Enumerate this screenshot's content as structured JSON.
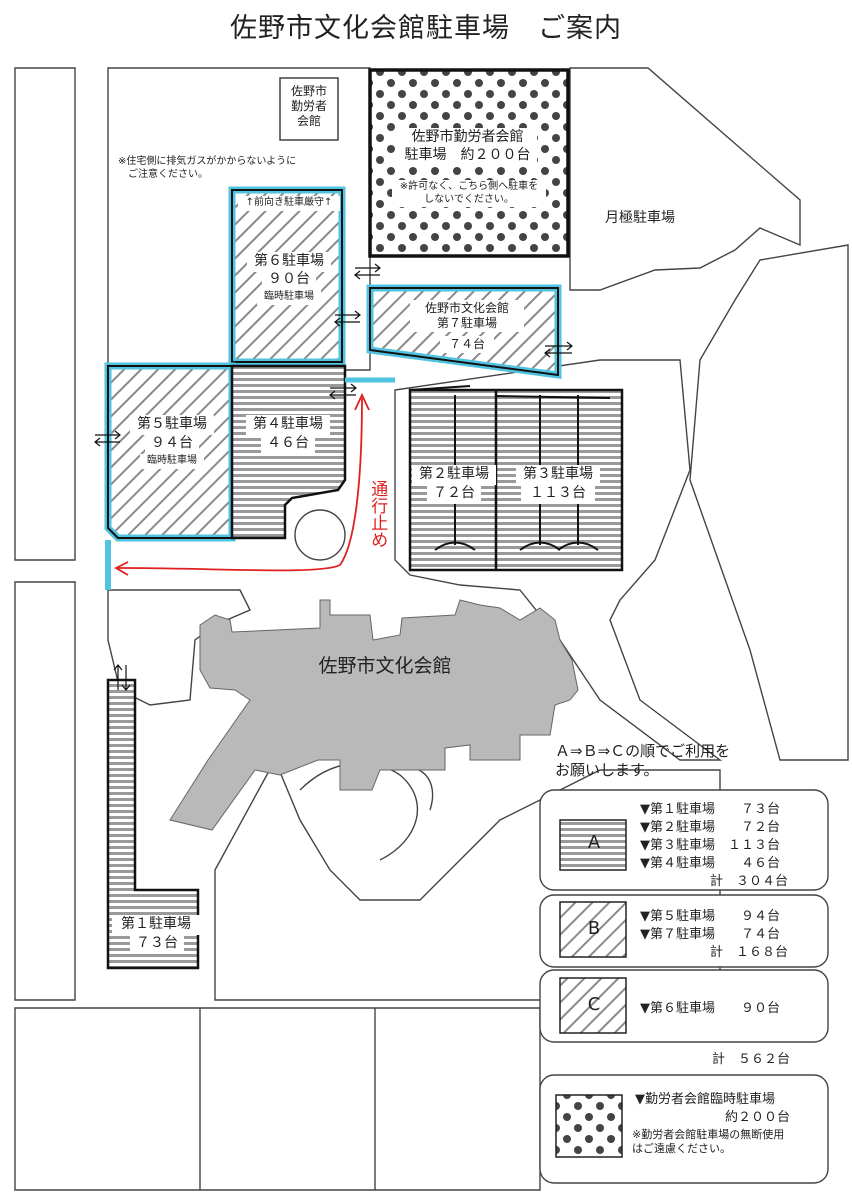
{
  "title": "佐野市文化会館駐車場　ご案内",
  "kinrou": {
    "name": "佐野市\n勤労者\n会館",
    "notice": "※住宅側に排気ガスがかからないように\n　ご注意ください。"
  },
  "lot_kinrou": {
    "name": "佐野市勤労者会館\n駐車場　約２００台",
    "note": "※許可なく、こちら側へ駐車を\nしないでください。"
  },
  "tsukigiwa": "月極駐車場",
  "lot6": {
    "sign": "↑前向き駐車厳守↑",
    "name": "第６駐車場",
    "count": "９０台",
    "sub": "臨時駐車場"
  },
  "lot7": {
    "name": "佐野市文化会館\n第７駐車場",
    "count": "７４台"
  },
  "lot5": {
    "name": "第５駐車場",
    "count": "９４台",
    "sub": "臨時駐車場"
  },
  "lot4": {
    "name": "第４駐車場",
    "count": "４６台"
  },
  "lot2": {
    "name": "第２駐車場",
    "count": "７２台"
  },
  "lot3": {
    "name": "第３駐車場",
    "count": "１１３台"
  },
  "lot1": {
    "name": "第１駐車場",
    "count": "７３台"
  },
  "hall": "佐野市文化会館",
  "no_entry": "通行止め",
  "order_note": "Ａ⇒Ｂ⇒Ｃの順でご利用を\nお願いします。",
  "legend": {
    "A": {
      "key": "A",
      "rows": [
        "▼第１駐車場　　７３台",
        "▼第２駐車場　　７２台",
        "▼第３駐車場　１１３台",
        "▼第４駐車場　　４６台"
      ],
      "total": "計　３０４台"
    },
    "B": {
      "key": "B",
      "rows": [
        "▼第５駐車場　　９４台",
        "▼第７駐車場　　７４台"
      ],
      "total": "計　１６８台"
    },
    "C": {
      "key": "C",
      "rows": [
        "▼第６駐車場　　９０台"
      ]
    },
    "grand_total": "計　５６２台",
    "D": {
      "rows": [
        "▼勤労者会館臨時駐車場",
        "約２００台"
      ],
      "note": "※勤労者会館駐車場の無断使用\nはご遠慮ください。"
    }
  },
  "colors": {
    "cyan": "#4fc3e0",
    "gray": "#b9b9b9",
    "red": "#e02020"
  }
}
